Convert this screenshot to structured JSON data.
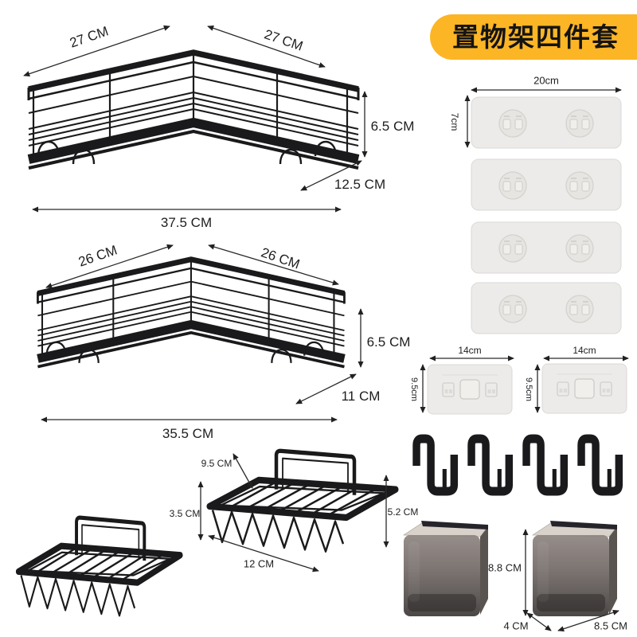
{
  "badge": {
    "label": "置物架四件套"
  },
  "colors": {
    "badge_bg": "#FCB525",
    "ink": "#1E1E1E",
    "product_black": "#1A1A1C",
    "sticker_gray": "#ECEBE9",
    "cup_smoke": "#6E6663"
  },
  "shelf_large": {
    "dim_left": "27 CM",
    "dim_right": "27 CM",
    "dim_height": "6.5 CM",
    "dim_depth": "12.5 CM",
    "dim_width": "37.5 CM"
  },
  "shelf_small": {
    "dim_left": "26 CM",
    "dim_right": "26 CM",
    "dim_height": "6.5 CM",
    "dim_depth": "11 CM",
    "dim_width": "35.5 CM"
  },
  "soap_dish": {
    "dim_depth": "9.5 CM",
    "dim_height_small": "3.5 CM",
    "dim_height_large": "5.2 CM",
    "dim_width": "12 CM"
  },
  "adhesive_strip": {
    "count": 4,
    "dim_width": "20cm",
    "dim_height": "7cm"
  },
  "adhesive_pad_left": {
    "dim_width": "14cm",
    "dim_height": "9.5cm"
  },
  "adhesive_pad_right": {
    "dim_width": "14cm",
    "dim_height": "9.5cm"
  },
  "hooks": {
    "count": 4
  },
  "cups": {
    "count": 2,
    "dim_height": "8.8 CM",
    "dim_depth": "4 CM",
    "dim_width": "8.5 CM"
  }
}
